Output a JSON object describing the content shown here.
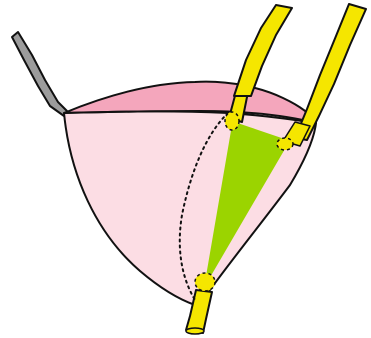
{
  "figure": {
    "colors": {
      "background": "#ffffff",
      "outline": "#111111",
      "bladder_body": "#fcdde4",
      "bladder_top": "#f4a6bc",
      "trigone": "#9bd400",
      "ureter": "#f5e600",
      "urachus": "#9c9c9c"
    },
    "parts": [
      {
        "name": "urachus-ligament",
        "icon": "gray-cord"
      },
      {
        "name": "bladder-wall",
        "icon": "pink-sac"
      },
      {
        "name": "bladder-dome",
        "icon": "pink-cap"
      },
      {
        "name": "trigone",
        "icon": "green-triangle"
      },
      {
        "name": "left-ureter",
        "icon": "yellow-tube"
      },
      {
        "name": "right-ureter",
        "icon": "yellow-tube"
      },
      {
        "name": "urethra",
        "icon": "yellow-tube"
      },
      {
        "name": "ureteral-orifice",
        "icon": "dashed-circle"
      },
      {
        "name": "internal-urethral-orifice",
        "icon": "dashed-circle"
      }
    ]
  }
}
